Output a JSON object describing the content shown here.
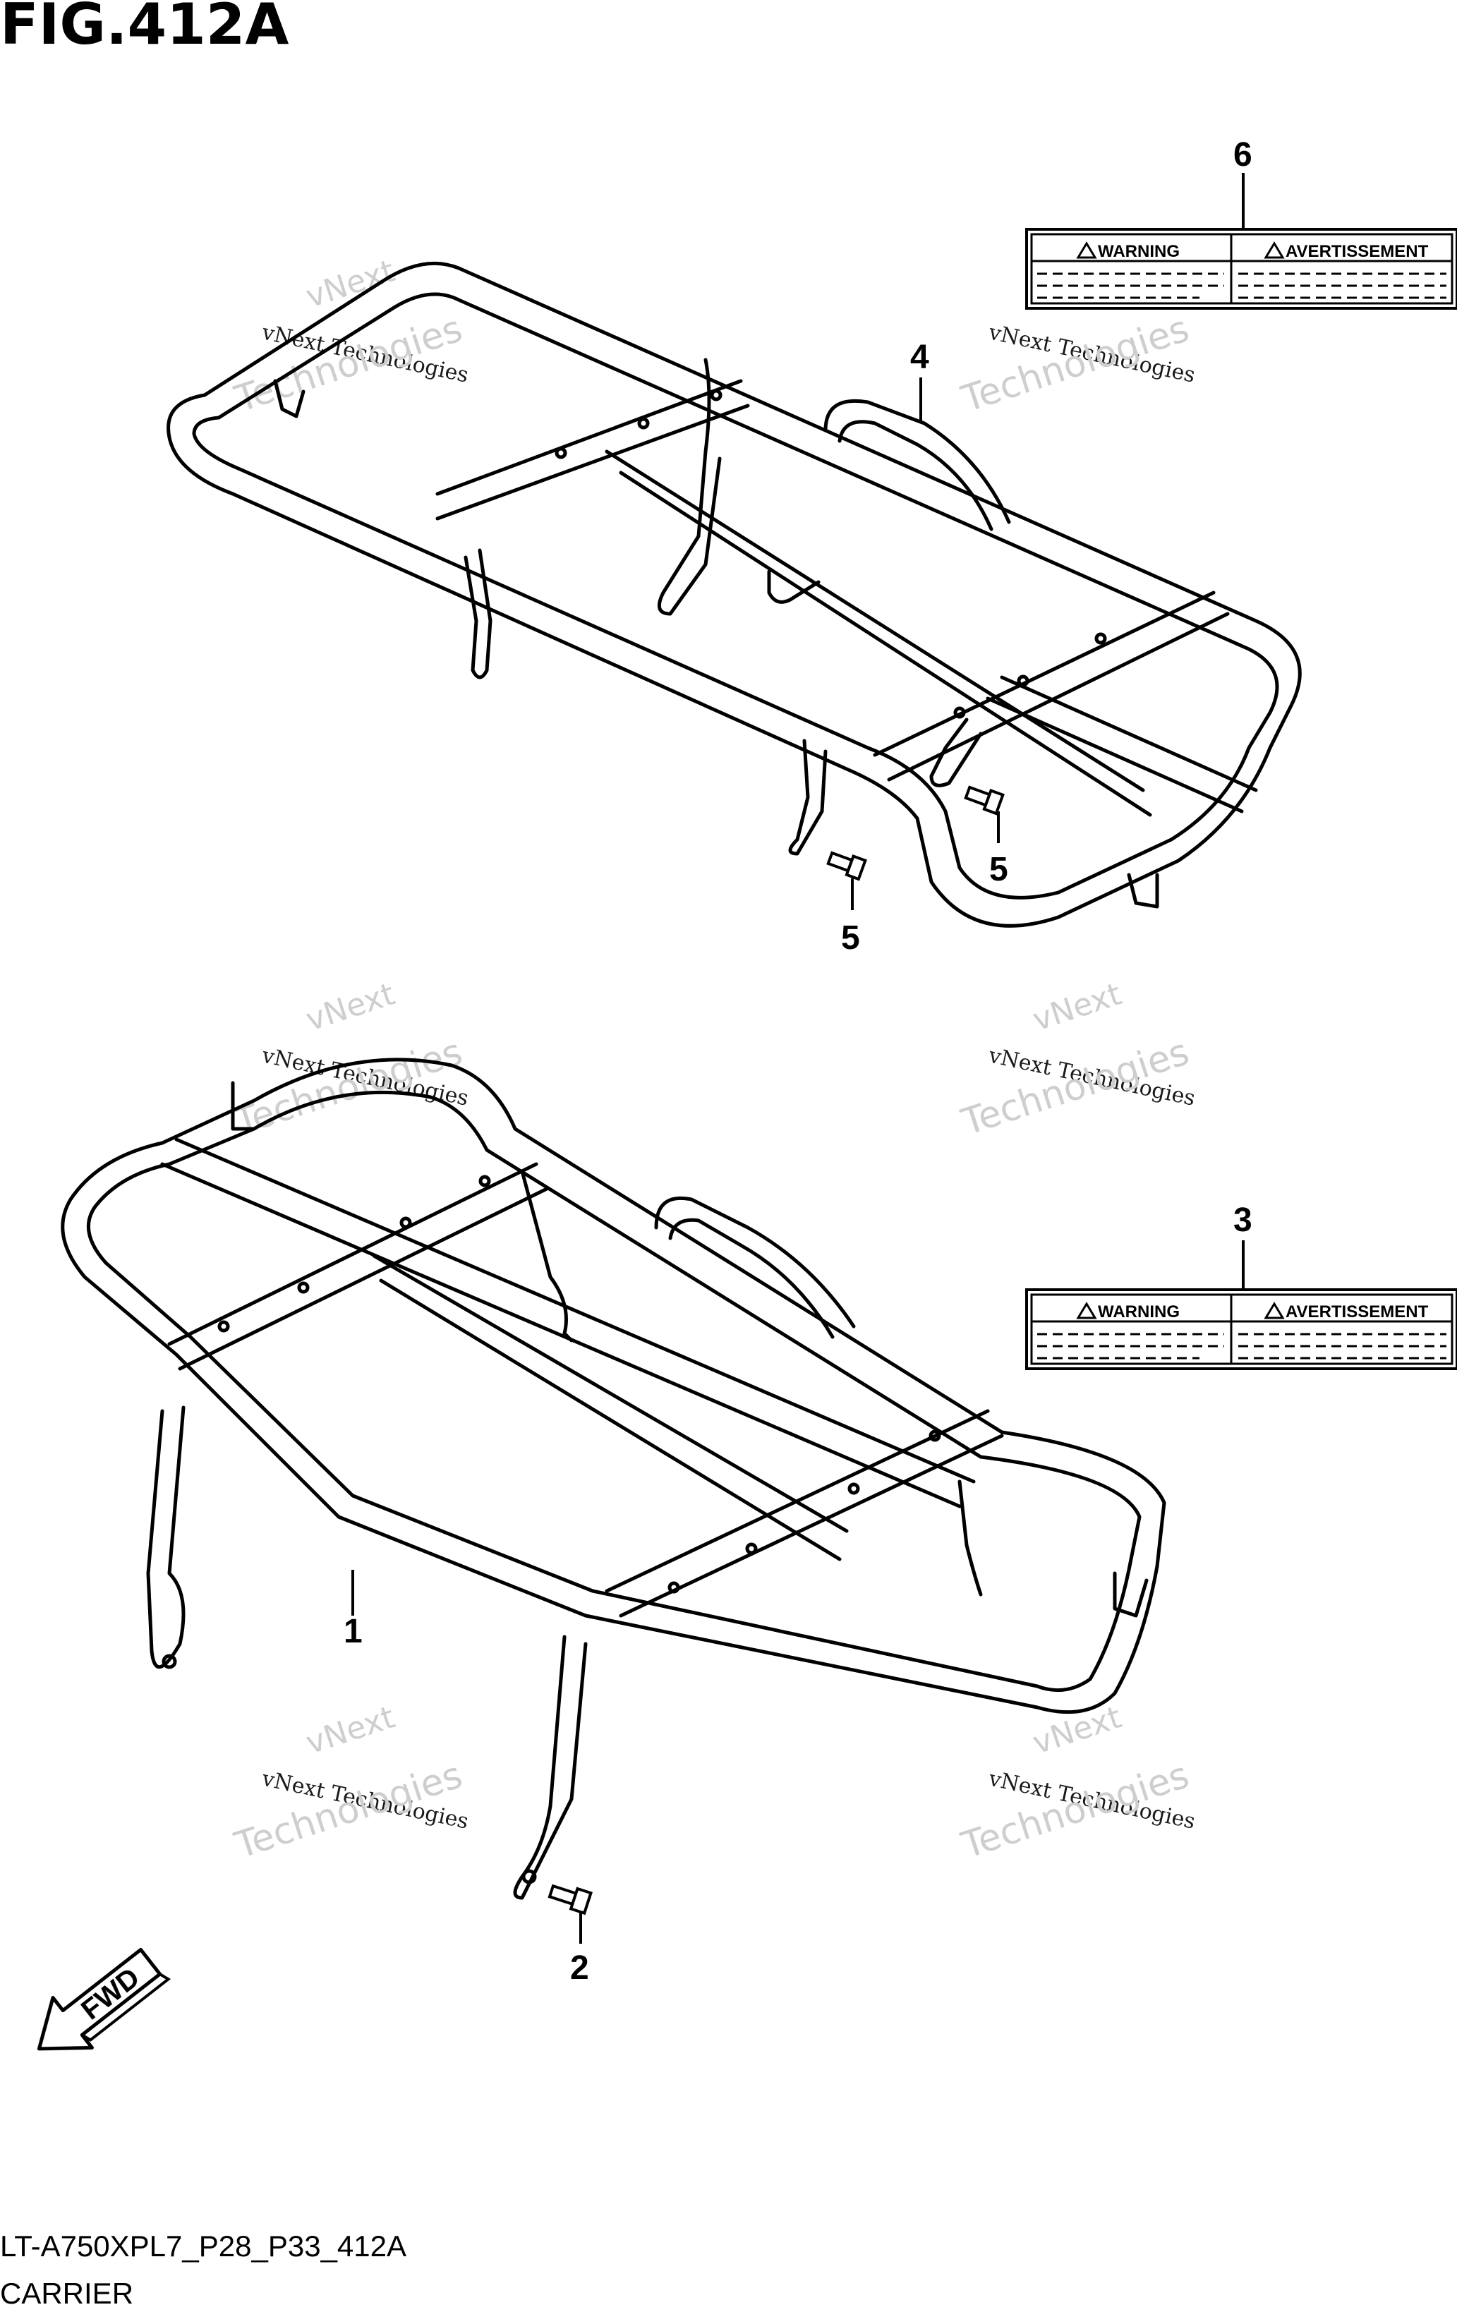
{
  "figure_title": "FIG.412A",
  "model_code": "LT-A750XPL7_P28_P33_412A",
  "section_name": "CARRIER",
  "fwd_label": "FWD",
  "callouts": [
    "1",
    "2",
    "3",
    "4",
    "5",
    "5",
    "6"
  ],
  "labels": {
    "warning": "WARNING",
    "avertissement": "AVERTISSEMENT"
  },
  "watermark": {
    "line1": "vNext Technologies",
    "line2": "vNext",
    "line3": "Technologies"
  },
  "colors": {
    "line": "#000000",
    "background": "#ffffff",
    "watermark": "#c8c8c8"
  }
}
